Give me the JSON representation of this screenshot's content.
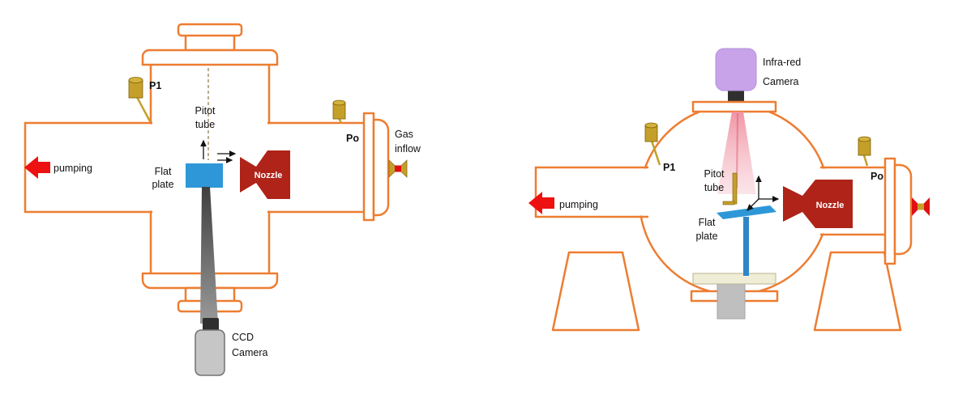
{
  "figure": {
    "left": {
      "labels": {
        "p1": "P1",
        "pitot_line1": "Pitot",
        "pitot_line2": "tube",
        "flat_line1": "Flat",
        "flat_line2": "plate",
        "pumping": "pumping",
        "nozzle": "Nozzle",
        "po": "Po",
        "gas_line1": "Gas",
        "gas_line2": "inflow",
        "ccd_line1": "CCD",
        "ccd_line2": "Camera"
      }
    },
    "right": {
      "labels": {
        "ir_line1": "Infra-red",
        "ir_line2": "Camera",
        "p1": "P1",
        "pitot_line1": "Pitot",
        "pitot_line2": "tube",
        "flat_line1": "Flat",
        "flat_line2": "plate",
        "pumping": "pumping",
        "nozzle": "Nozzle",
        "po": "Po"
      }
    },
    "colors": {
      "chamber_outline": "#ED7D31",
      "pump_arrow_red": "#EE1111",
      "nozzle_dark_red": "#AF2318",
      "flat_plate_blue": "#2E97D8",
      "sensor_brass": "#C4A02A",
      "valve_red": "#E01010",
      "ir_camera_purple": "#C9A3EA",
      "ccd_camera_gray": "#C6C6C6",
      "view_cone_gray": "#6E6E6E",
      "ir_cone_pink": "#F2A9B4",
      "platform_cream": "#F0EDD6",
      "text_black": "#111111"
    }
  }
}
